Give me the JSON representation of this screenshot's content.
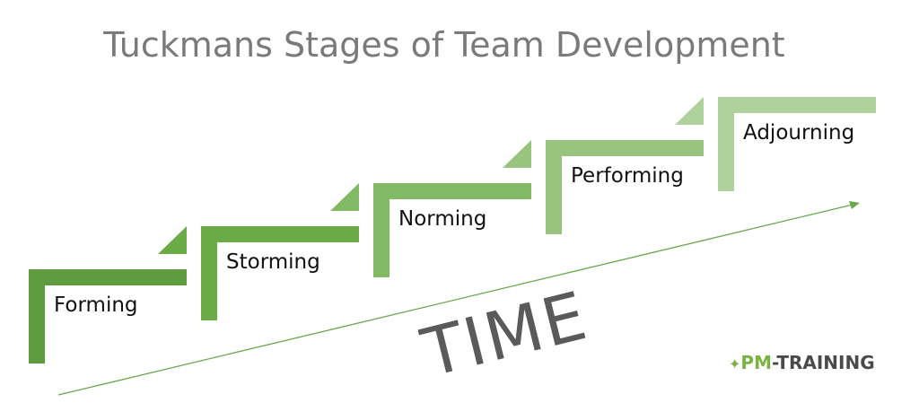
{
  "title": "Tuckmans Stages of Team Development",
  "stages": [
    {
      "label": "Forming",
      "color": "#5f9b3f"
    },
    {
      "label": "Storming",
      "color": "#6aaa47"
    },
    {
      "label": "Norming",
      "color": "#82b965"
    },
    {
      "label": "Performing",
      "color": "#98c47f"
    },
    {
      "label": "Adjourning",
      "color": "#afd19b"
    }
  ],
  "axis_label": "TIME",
  "arrow_color": "#6aa84f",
  "logo": {
    "pm": "PM",
    "rest": "-TRAINING"
  }
}
